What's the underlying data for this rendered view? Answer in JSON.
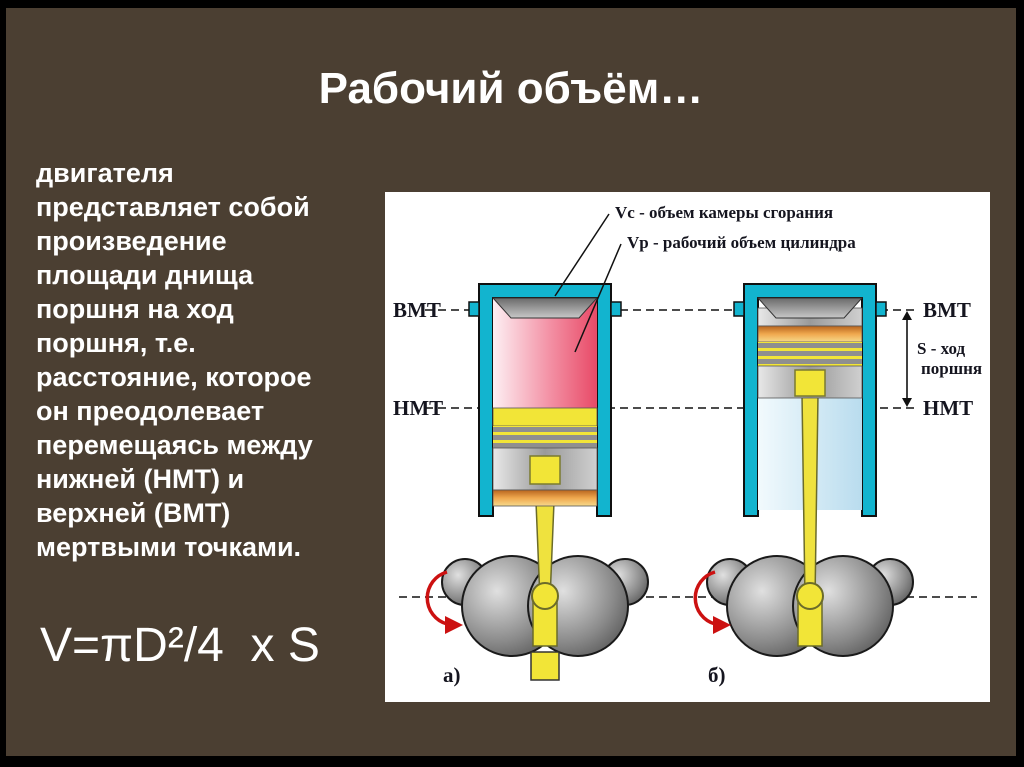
{
  "slide": {
    "title": "Рабочий объём…",
    "body_lines": [
      "двигателя",
      "представляет собой",
      "произведение",
      "площади днища",
      "поршня на ход",
      "поршня, т.е.",
      "расстояние, которое",
      "он преодолевает",
      "перемещаясь между",
      "нижней (НМТ) и",
      "верхней (ВМТ)",
      "мертвыми точками."
    ],
    "formula": "V=πD²/4  x S"
  },
  "diagram": {
    "callout_vc": "Vc - объем камеры сгорания",
    "callout_vp": "Vp - рабочий объем цилиндра",
    "bmt_left": "ВМТ",
    "nmt_left": "НМТ",
    "bmt_right": "ВМТ",
    "nmt_right": "НМТ",
    "stroke_line1": "S - ход",
    "stroke_line2": "поршня",
    "fig_a": "а)",
    "fig_b": "б)",
    "colors": {
      "slide_background": "#4b3f32",
      "cylinder_wall": "#12b4cf",
      "piston_yellow": "#f2e537",
      "combustion_pink": "#e84a67",
      "bore_blue": "#b9dcee",
      "rotation_arrow": "#cc1111"
    }
  }
}
